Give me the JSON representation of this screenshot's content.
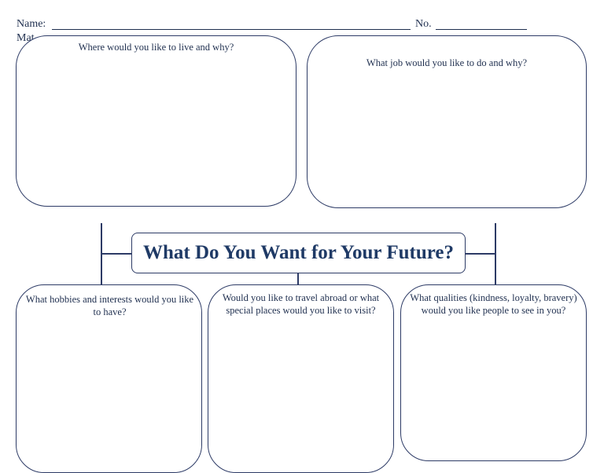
{
  "header": {
    "name_label": "Name:",
    "number_label": "No.",
    "cutoff_label": "Mat"
  },
  "title": "What Do You Want for Your Future?",
  "boxes": {
    "live": "Where would you like to live and why?",
    "job": "What job would you like to do and why?",
    "hobbies": "What hobbies and interests would you like to have?",
    "travel": "Would you like to travel abroad or what special places would you like to visit?",
    "qualities": "What qualities (kindness, loyalty, bravery) would you like people to see in you?"
  }
}
